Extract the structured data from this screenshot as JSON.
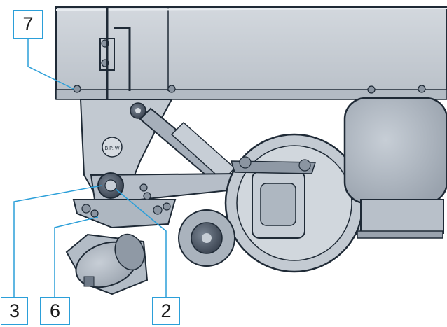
{
  "diagram": {
    "callouts": [
      {
        "id": "c7",
        "label": "7"
      },
      {
        "id": "c3",
        "label": "3"
      },
      {
        "id": "c6",
        "label": "6"
      },
      {
        "id": "c2",
        "label": "2"
      }
    ],
    "plate_marking": "B.P. W",
    "colors": {
      "frame": "#c9cfd6",
      "frame_dark": "#a9b1bb",
      "part": "#b6bec8",
      "part_dark": "#3c4654",
      "outline": "#1f2a36",
      "callout_border": "#2b9fd9",
      "leader_line": "#2b9fd9"
    }
  }
}
